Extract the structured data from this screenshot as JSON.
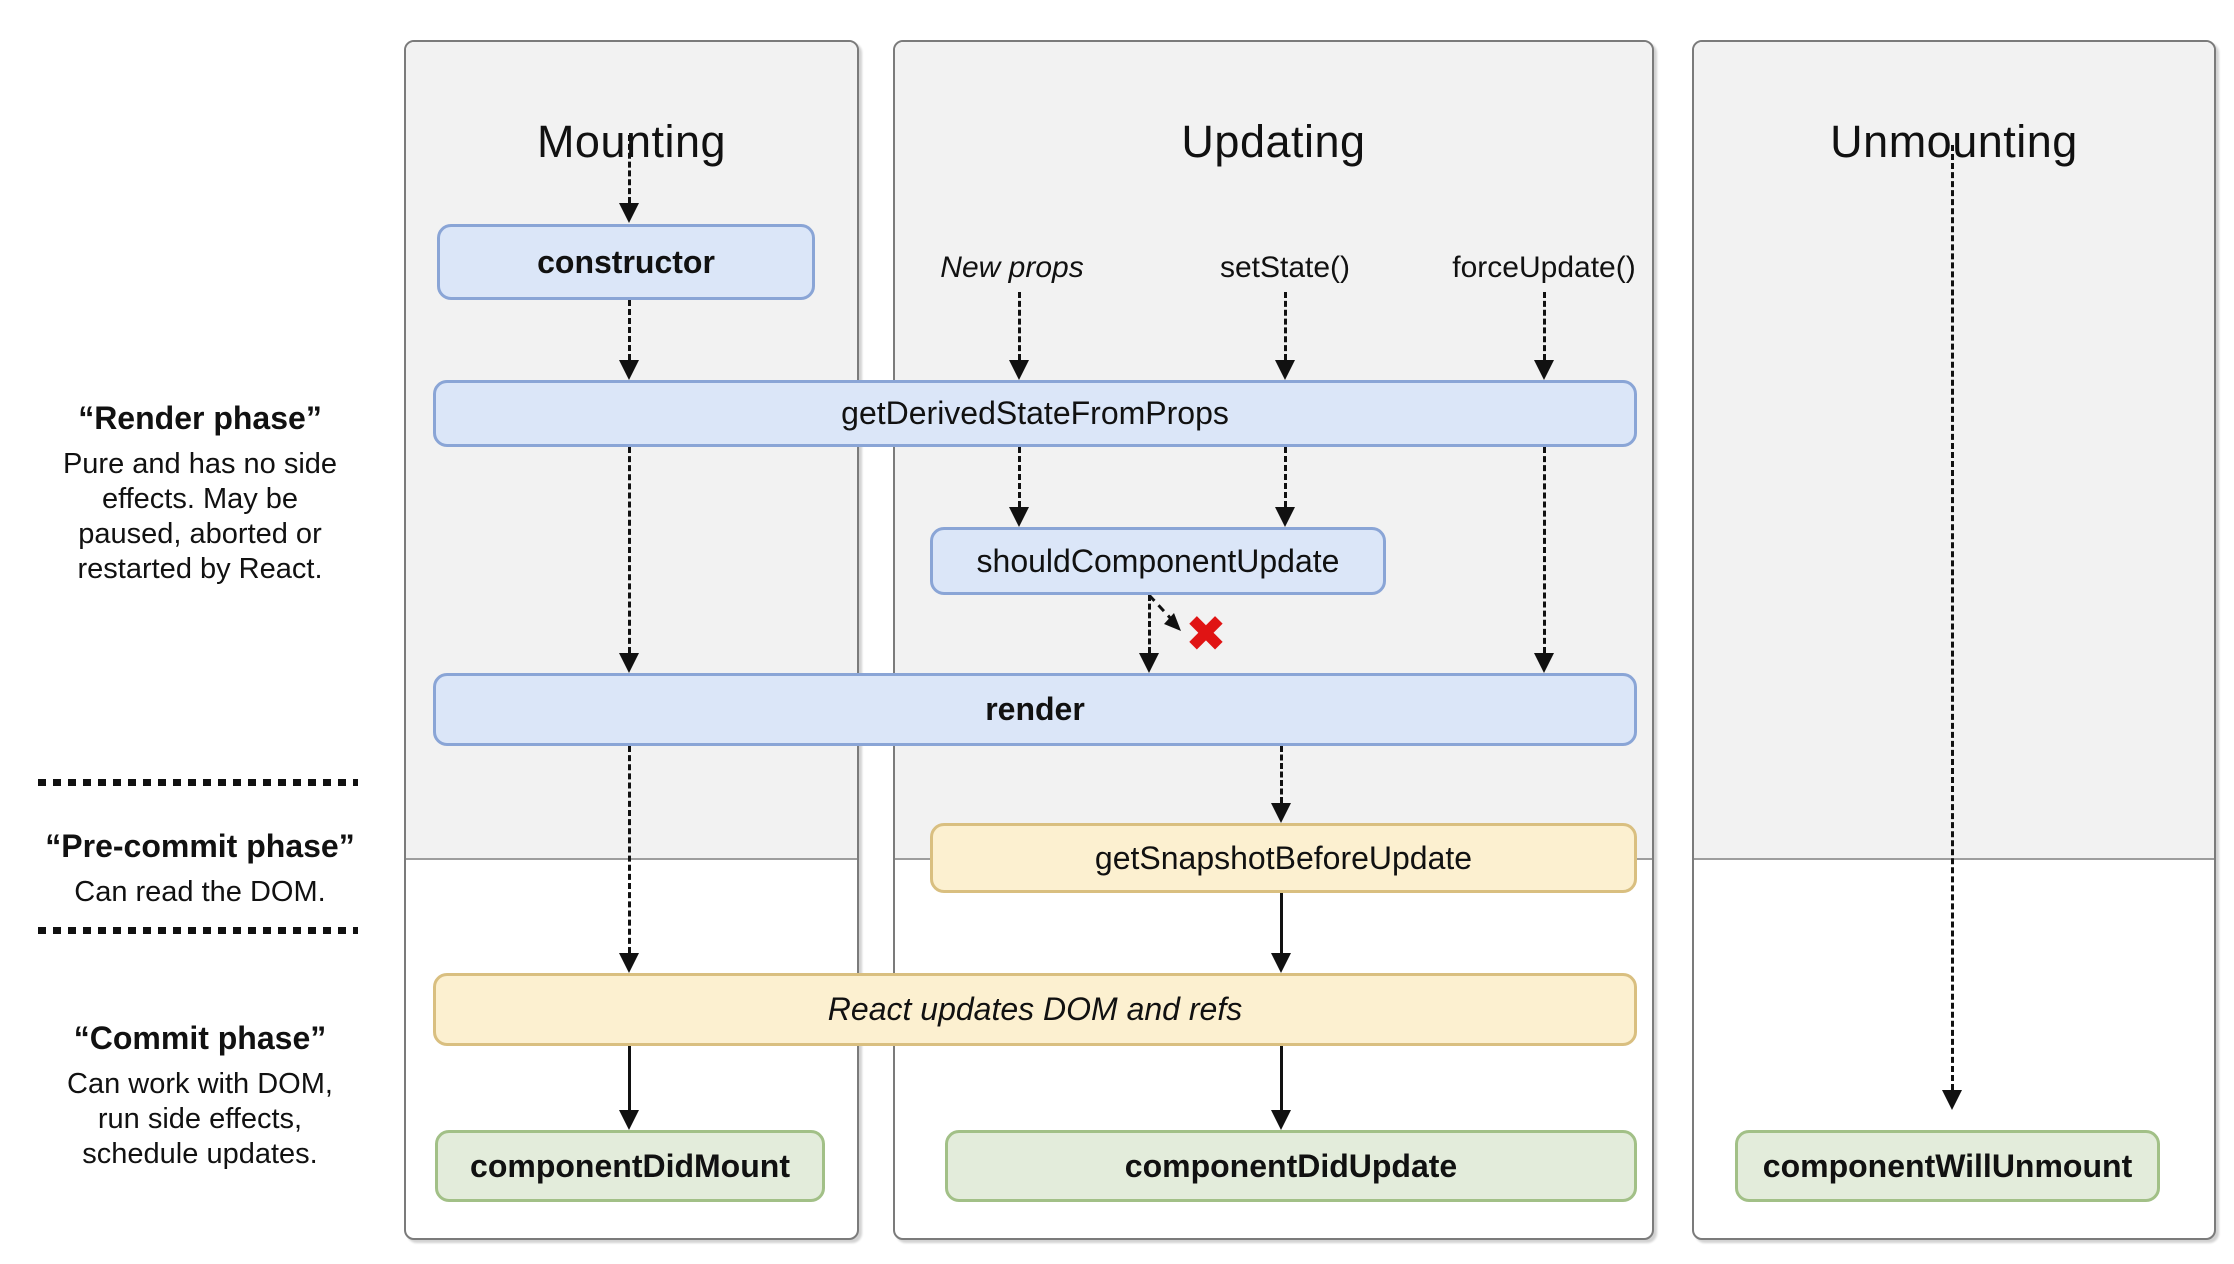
{
  "columns": {
    "mounting": {
      "title": "Mounting"
    },
    "updating": {
      "title": "Updating"
    },
    "unmounting": {
      "title": "Unmounting"
    }
  },
  "phases": {
    "render": {
      "title": "“Render phase”",
      "description": "Pure and has no side effects. May be paused, aborted or restarted by React."
    },
    "pre_commit": {
      "title": "“Pre-commit phase”",
      "description": "Can read the DOM."
    },
    "commit": {
      "title": "“Commit phase”",
      "description": "Can work with DOM, run side effects, schedule updates."
    }
  },
  "triggers": {
    "new_props": "New props",
    "set_state": "setState()",
    "force_update": "forceUpdate()"
  },
  "nodes": {
    "constructor": "constructor",
    "get_derived_state_from_props": "getDerivedStateFromProps",
    "should_component_update": "shouldComponentUpdate",
    "render": "render",
    "get_snapshot_before_update": "getSnapshotBeforeUpdate",
    "react_updates_dom_and_refs": "React updates DOM and refs",
    "component_did_mount": "componentDidMount",
    "component_did_update": "componentDidUpdate",
    "component_will_unmount": "componentWillUnmount"
  },
  "icons": {
    "cancel": "✖"
  },
  "colors": {
    "panel_background": "#f2f2f2",
    "panel_border": "#7b7b7b",
    "node_blue_fill": "#dbe6f8",
    "node_blue_border": "#8aa5d6",
    "node_yellow_fill": "#fcf0d0",
    "node_yellow_border": "#d9bf80",
    "node_green_fill": "#e3ecdb",
    "node_green_border": "#a2c087",
    "cancel_red": "#e01414",
    "arrow_black": "#111111"
  }
}
